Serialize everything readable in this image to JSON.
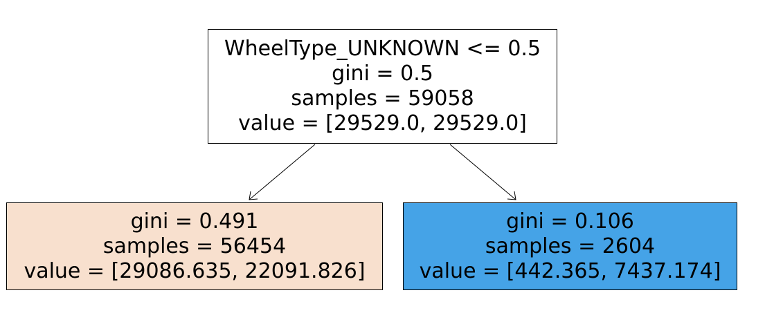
{
  "tree": {
    "root": {
      "split": "WheelType_UNKNOWN <= 0.5",
      "gini": "gini = 0.5",
      "samples": "samples = 59058",
      "value": "value = [29529.0, 29529.0]",
      "color": "#ffffff"
    },
    "left": {
      "gini": "gini = 0.491",
      "samples": "samples = 56454",
      "value": "value = [29086.635, 22091.826]",
      "color": "#f8e0ce"
    },
    "right": {
      "gini": "gini = 0.106",
      "samples": "samples = 2604",
      "value": "value = [442.365, 7437.174]",
      "color": "#45a3e7"
    }
  }
}
